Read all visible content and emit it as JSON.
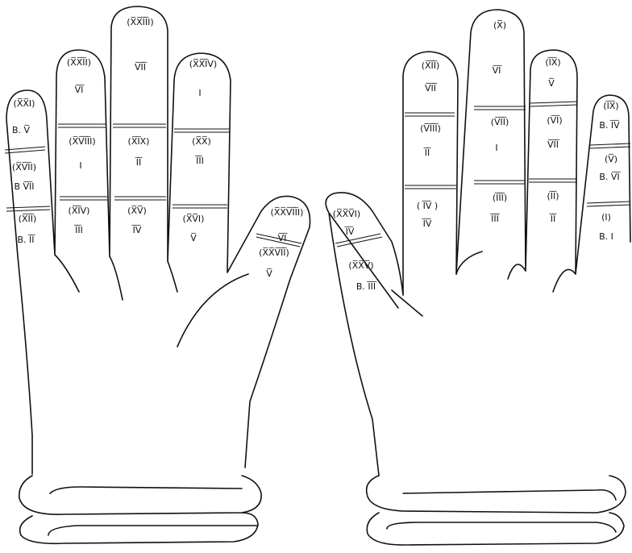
{
  "left_hand": {
    "pinky": [
      "(X̅X̅I)",
      "B. V̅",
      "(X̅V̅I̅I)",
      "B V̅I̅I",
      "(X̅I̅I̅)",
      "B. I̅I̅"
    ],
    "ring": [
      "(X̅X̅I̅I)",
      "V̅I̅",
      "(X̅V̅I̅I̅I)",
      "I",
      "(X̅I̅V)",
      "I̅I̅I"
    ],
    "middle": [
      "(X̅X̅I̅I̅I)",
      "V̅I̅I̅",
      "(X̅I̅X)",
      "I̅I̅",
      "(X̅V̅)",
      "I̅V̅"
    ],
    "index": [
      "(X̅X̅I̅V)",
      "I",
      "(X̅X̅)",
      "I̅I̅I",
      "(X̅V̅I)",
      "V̅"
    ],
    "thumb": [
      "(X̅X̅V̅I̅I̅I)",
      "V̅I̅",
      "(X̅X̅V̅I̅I̅)",
      "V̅"
    ]
  },
  "right_hand": {
    "thumb": [
      "(X̅X̅V̅I)",
      "I̅V̅",
      "(X̅X̅V̅)",
      "B. I̅I̅I̅"
    ],
    "index": [
      "(X̅I̅I̅)",
      "V̅I̅I̅",
      "(V̅I̅I̅I̅)",
      "I̅I̅",
      "( I̅V̅ )",
      "I̅V̅"
    ],
    "middle": [
      "(X̅)",
      "V̅I̅",
      "(V̅I̅I̅)",
      "I",
      "(I̅I̅I̅)",
      "I̅I̅I̅"
    ],
    "ring": [
      "(I̅X̅)",
      "V̅",
      "(V̅I̅)",
      "V̅I̅I̅",
      "(I̅I̅)",
      "I̅I̅"
    ],
    "pinky": [
      "(I̅X̅)",
      "B. I̅V̅",
      "(V̅)",
      "B. V̅I̅",
      "(I)",
      "B. I"
    ]
  }
}
